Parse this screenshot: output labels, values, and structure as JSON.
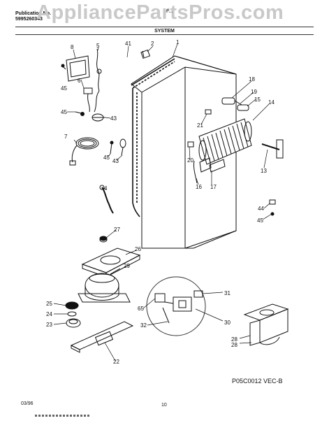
{
  "header": {
    "publication_label": "Publication No.",
    "publication_number": "5995260343",
    "watermark": "AppliancePartsPros.com",
    "model_partial": "F...",
    "section": "SYSTEM"
  },
  "callouts": [
    "1",
    "2",
    "4",
    "5",
    "6",
    "7",
    "8",
    "13",
    "14",
    "15",
    "16",
    "17",
    "18",
    "19",
    "20",
    "21",
    "22",
    "23",
    "24",
    "25",
    "26",
    "27",
    "28",
    "29",
    "30",
    "31",
    "32",
    "41",
    "43",
    "44",
    "45",
    "65"
  ],
  "footer": {
    "drawing_code": "P05C0012 VEC-B",
    "date": "03/96",
    "page": "10"
  }
}
